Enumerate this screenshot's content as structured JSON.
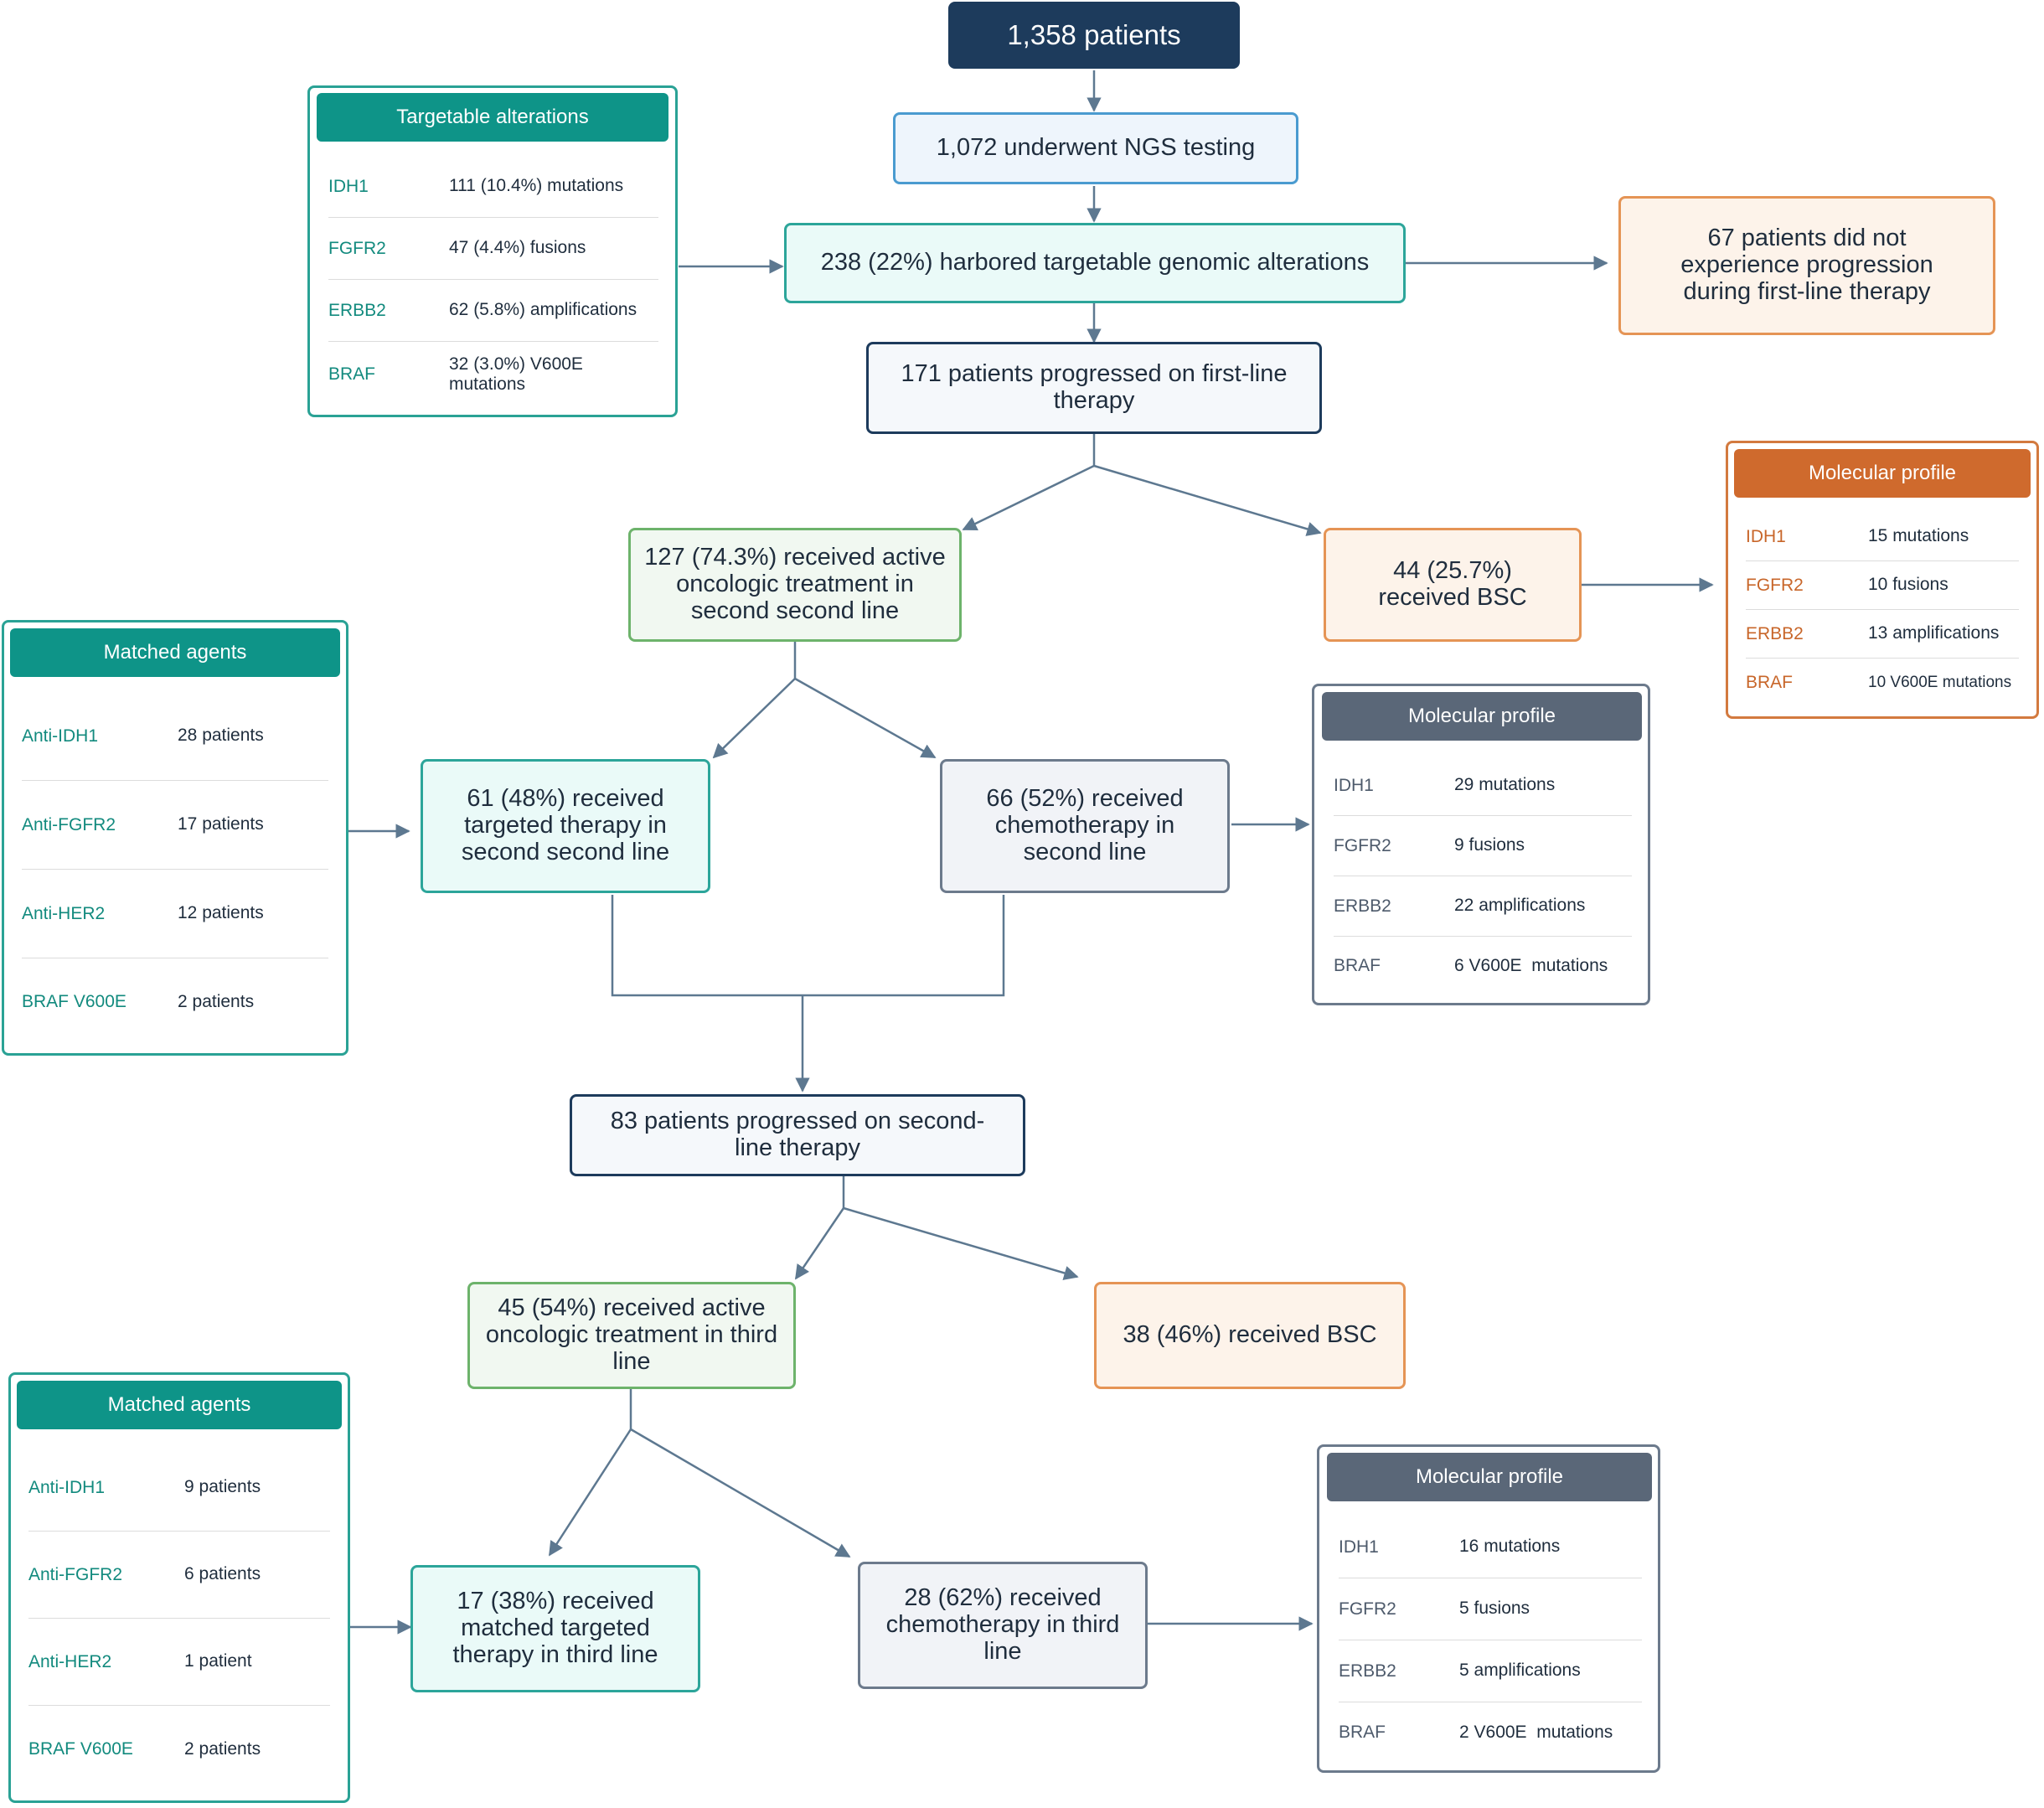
{
  "nodes": {
    "total": "1,358 patients",
    "ngs": "1,072 underwent NGS testing",
    "targetable": "238 (22%) harbored targetable genomic alterations",
    "no_progression": "67 patients did not experience progression during first-line therapy",
    "progressed_first": "171 patients progressed on first-line therapy",
    "active_second": "127 (74.3%) received active oncologic treatment in second second line",
    "bsc_second": "44 (25.7%) received BSC",
    "targeted_second": "61 (48%) received targeted therapy in second second line",
    "chemo_second": "66 (52%) received chemotherapy in second line",
    "progressed_second": "83 patients progressed on second-line therapy",
    "active_third": "45 (54%) received active oncologic treatment in third line",
    "bsc_third": "38 (46%) received BSC",
    "targeted_third": "17 (38%) received matched targeted therapy in third line",
    "chemo_third": "28 (62%) received chemotherapy in third line"
  },
  "panels": {
    "targetable_alterations": {
      "title": "Targetable alterations",
      "rows": [
        {
          "gene": "IDH1",
          "value": "111 (10.4%) mutations"
        },
        {
          "gene": "FGFR2",
          "value": "47 (4.4%) fusions"
        },
        {
          "gene": "ERBB2",
          "value": "62 (5.8%) amplifications"
        },
        {
          "gene": "BRAF",
          "value": "32 (3.0%) V600E mutations"
        }
      ]
    },
    "profile_bsc": {
      "title": "Molecular profile",
      "rows": [
        {
          "gene": "IDH1",
          "value": "15 mutations"
        },
        {
          "gene": "FGFR2",
          "value": "10 fusions"
        },
        {
          "gene": "ERBB2",
          "value": "13 amplifications"
        },
        {
          "gene": "BRAF",
          "value": "10 V600E mutations"
        }
      ]
    },
    "agents_second": {
      "title": "Matched agents",
      "rows": [
        {
          "gene": "Anti-IDH1",
          "value": "28 patients"
        },
        {
          "gene": "Anti-FGFR2",
          "value": "17 patients"
        },
        {
          "gene": "Anti-HER2",
          "value": "12 patients"
        },
        {
          "gene": "BRAF V600E",
          "value": "2 patients"
        }
      ]
    },
    "profile_chemo_second": {
      "title": "Molecular profile",
      "rows": [
        {
          "gene": "IDH1",
          "value": "29 mutations"
        },
        {
          "gene": "FGFR2",
          "value": "9 fusions"
        },
        {
          "gene": "ERBB2",
          "value": "22 amplifications"
        },
        {
          "gene": "BRAF",
          "value": "6 V600E  mutations"
        }
      ]
    },
    "agents_third": {
      "title": "Matched agents",
      "rows": [
        {
          "gene": "Anti-IDH1",
          "value": "9 patients"
        },
        {
          "gene": "Anti-FGFR2",
          "value": "6 patients"
        },
        {
          "gene": "Anti-HER2",
          "value": "1 patient"
        },
        {
          "gene": "BRAF V600E",
          "value": "2 patients"
        }
      ]
    },
    "profile_chemo_third": {
      "title": "Molecular profile",
      "rows": [
        {
          "gene": "IDH1",
          "value": "16 mutations"
        },
        {
          "gene": "FGFR2",
          "value": "5 fusions"
        },
        {
          "gene": "ERBB2",
          "value": "5 amplifications"
        },
        {
          "gene": "BRAF",
          "value": "2 V600E  mutations"
        }
      ]
    }
  }
}
